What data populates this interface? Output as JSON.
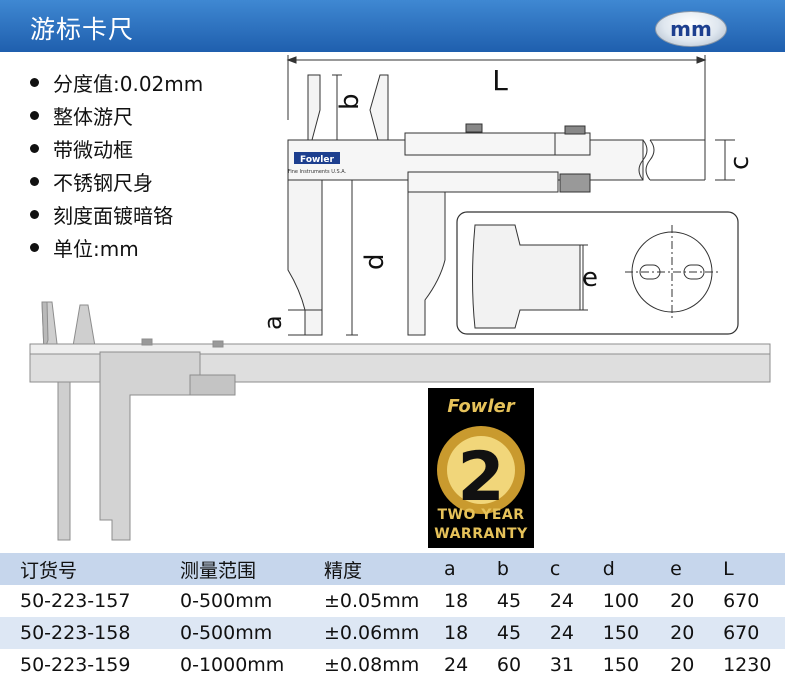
{
  "header": {
    "title": "游标卡尺",
    "unit_badge": "mm"
  },
  "features": [
    "分度值:0.02mm",
    "整体游尺",
    "带微动框",
    "不锈钢尺身",
    "刻度面镀暗铬",
    "单位:mm"
  ],
  "diagram": {
    "dimension_labels": {
      "L": "L",
      "b": "b",
      "c": "c",
      "d": "d",
      "a": "a",
      "e": "e"
    },
    "brand_plate": "Fowler",
    "brand_tagline": "Fine Instruments U.S.A."
  },
  "warranty_badge": {
    "brand": "Fowler",
    "years": "2",
    "line1": "TWO YEAR",
    "line2": "WARRANTY"
  },
  "colors": {
    "header_bg": "#2f76c5",
    "table_header_bg": "#c6d6ec",
    "table_stripe": "#dde7f4"
  },
  "table": {
    "headers": [
      "订货号",
      "测量范围",
      "精度",
      "a",
      "b",
      "c",
      "d",
      "e",
      "L"
    ],
    "rows": [
      [
        "50-223-157",
        "0-500mm",
        "±0.05mm",
        "18",
        "45",
        "24",
        "100",
        "20",
        "670"
      ],
      [
        "50-223-158",
        "0-500mm",
        "±0.06mm",
        "18",
        "45",
        "24",
        "150",
        "20",
        "670"
      ],
      [
        "50-223-159",
        "0-1000mm",
        "±0.08mm",
        "24",
        "60",
        "31",
        "150",
        "20",
        "1230"
      ]
    ]
  }
}
